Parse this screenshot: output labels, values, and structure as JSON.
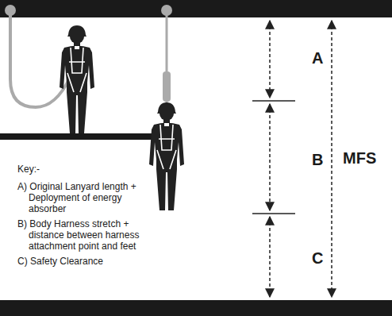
{
  "diagram": {
    "labels": [
      "A",
      "B",
      "MFS",
      "Key:-",
      "A) Original Lanyard length + Deployment of energy absorber",
      "B) Body Harness stretch + distance between harness attachment point and feet",
      "C) Safety Clearance",
      "C"
    ]
  }
}
